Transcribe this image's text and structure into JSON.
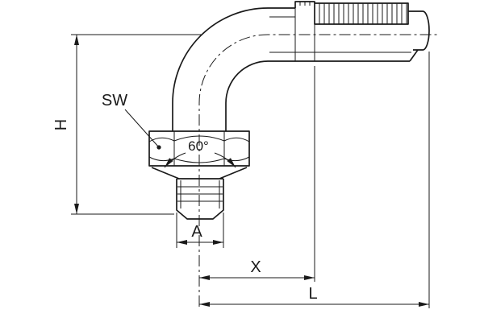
{
  "diagram": {
    "kind": "technical-drawing",
    "subject": "90-degree elbow hose fitting with dimension annotations",
    "background": "#ffffff",
    "line_color": "#1a1a1a",
    "labels": {
      "height": "H",
      "wrench_size": "SW",
      "cone_angle": "60°",
      "thread_dia": "A",
      "x_dim": "X",
      "overall_length": "L"
    }
  }
}
